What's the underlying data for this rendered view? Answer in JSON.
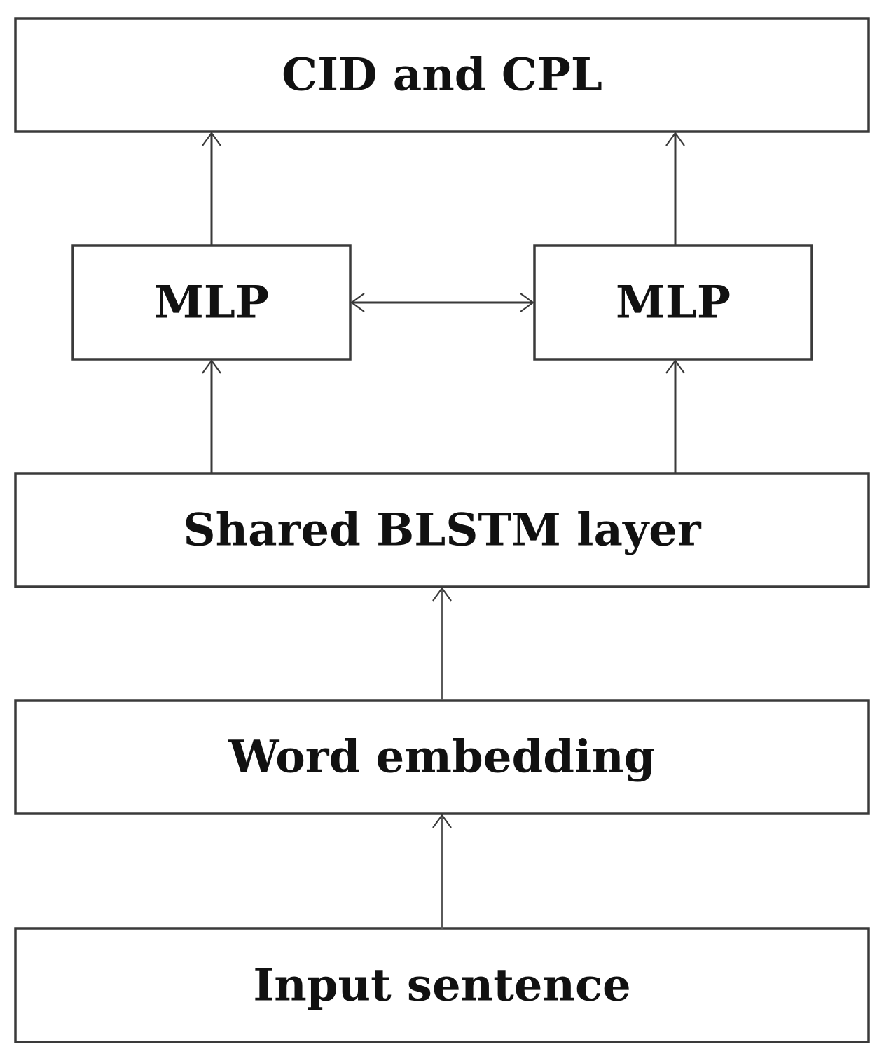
{
  "diagram": {
    "nodes": {
      "output": {
        "label": "CID and CPL"
      },
      "mlp_left": {
        "label": "MLP"
      },
      "mlp_right": {
        "label": "MLP"
      },
      "blstm": {
        "label": "Shared BLSTM layer"
      },
      "embedding": {
        "label": "Word embedding"
      },
      "input": {
        "label": "Input sentence"
      }
    },
    "edges": [
      {
        "from": "input",
        "to": "embedding",
        "direction": "forward"
      },
      {
        "from": "embedding",
        "to": "blstm",
        "direction": "forward"
      },
      {
        "from": "blstm",
        "to": "mlp_left",
        "direction": "forward"
      },
      {
        "from": "blstm",
        "to": "mlp_right",
        "direction": "forward"
      },
      {
        "from": "mlp_left",
        "to": "mlp_right",
        "direction": "bidirectional"
      },
      {
        "from": "mlp_left",
        "to": "output",
        "direction": "forward"
      },
      {
        "from": "mlp_right",
        "to": "output",
        "direction": "forward"
      }
    ]
  }
}
